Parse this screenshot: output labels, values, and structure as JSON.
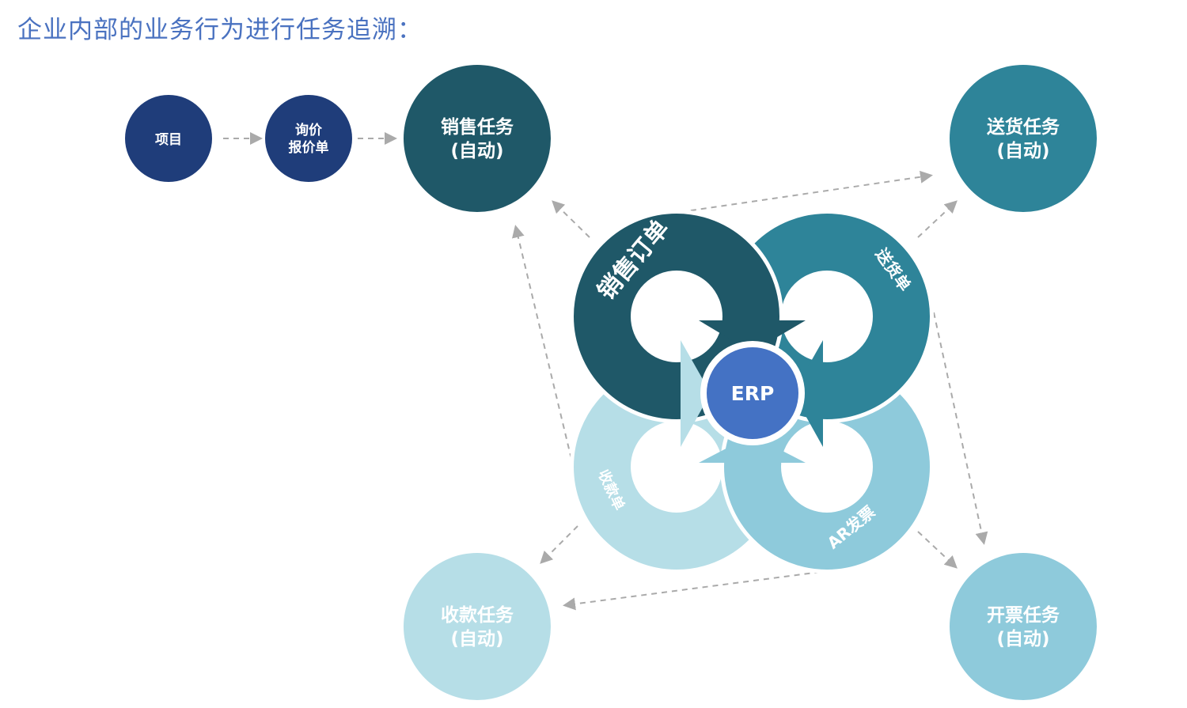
{
  "title": "企业内部的业务行为进行任务追溯：",
  "nodes": {
    "project": "项目",
    "inquiry_line1": "询价",
    "inquiry_line2": "报价单",
    "sales_task": "销售任务",
    "delivery_task": "送货任务",
    "receipt_task": "收款任务",
    "invoice_task": "开票任务",
    "auto": "(自动)"
  },
  "cycle": {
    "center": "ERP",
    "sales_order": "销售订单",
    "delivery_note": "送货单",
    "ar_invoice": "AR发票",
    "receipt": "收款单"
  },
  "colors": {
    "title": "#4a72c0",
    "navy": "#1f3d7a",
    "dark_teal": "#1f5868",
    "teal": "#2e8499",
    "light_blue": "#8ecadb",
    "pale_blue": "#b6dee7",
    "erp": "#4472c4",
    "arrow": "#aaaaaa"
  }
}
